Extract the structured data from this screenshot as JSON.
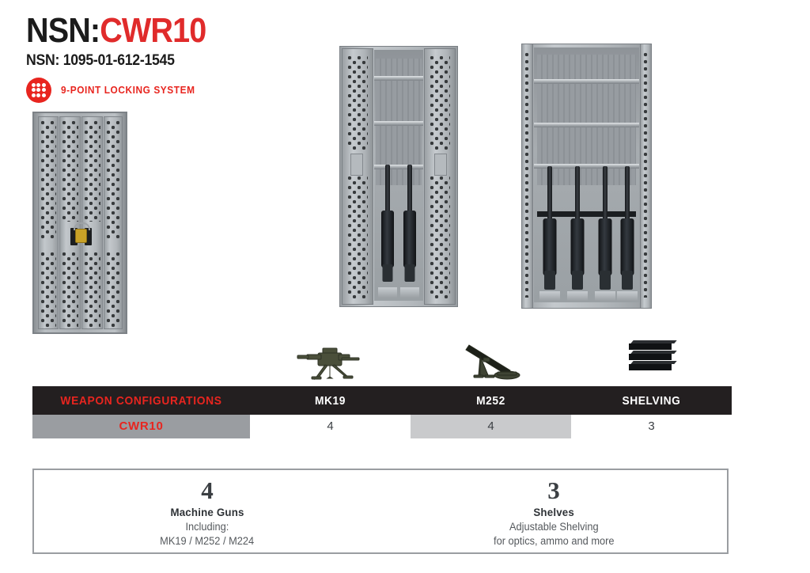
{
  "header": {
    "title_prefix": "NSN:",
    "title_code": "CWR10",
    "nsn_line": "NSN: 1095-01-612-1545",
    "lock_badge_icon": "nine-point-lock-icon",
    "lock_label": "9-POINT LOCKING SYSTEM",
    "accent_color": "#e8251f",
    "dark_color": "#231f20"
  },
  "products": [
    {
      "name": "closed-weapons-cabinet",
      "state": "doors closed, padlocked"
    },
    {
      "name": "open-weapons-cabinet-mk19",
      "state": "doors ajar, 3 shelves, 2 weapons"
    },
    {
      "name": "open-weapons-cabinet-m252",
      "state": "doors fully open, 3 shelves, 4 weapons"
    }
  ],
  "icons": [
    {
      "name": "mk19-icon",
      "label": "MK19"
    },
    {
      "name": "m252-icon",
      "label": "M252"
    },
    {
      "name": "shelving-icon",
      "label": "SHELVING"
    }
  ],
  "table": {
    "headers": [
      "WEAPON CONFIGURATIONS",
      "MK19",
      "M252",
      "SHELVING"
    ],
    "rows": [
      {
        "model": "CWR10",
        "mk19": "4",
        "m252": "4",
        "shelving": "3"
      }
    ]
  },
  "stats": [
    {
      "number": "4",
      "title": "Machine Guns",
      "line1": "Including:",
      "line2": "MK19 / M252 / M224"
    },
    {
      "number": "3",
      "title": "Shelves",
      "line1": "Adjustable Shelving",
      "line2": "for optics, ammo and more"
    }
  ]
}
